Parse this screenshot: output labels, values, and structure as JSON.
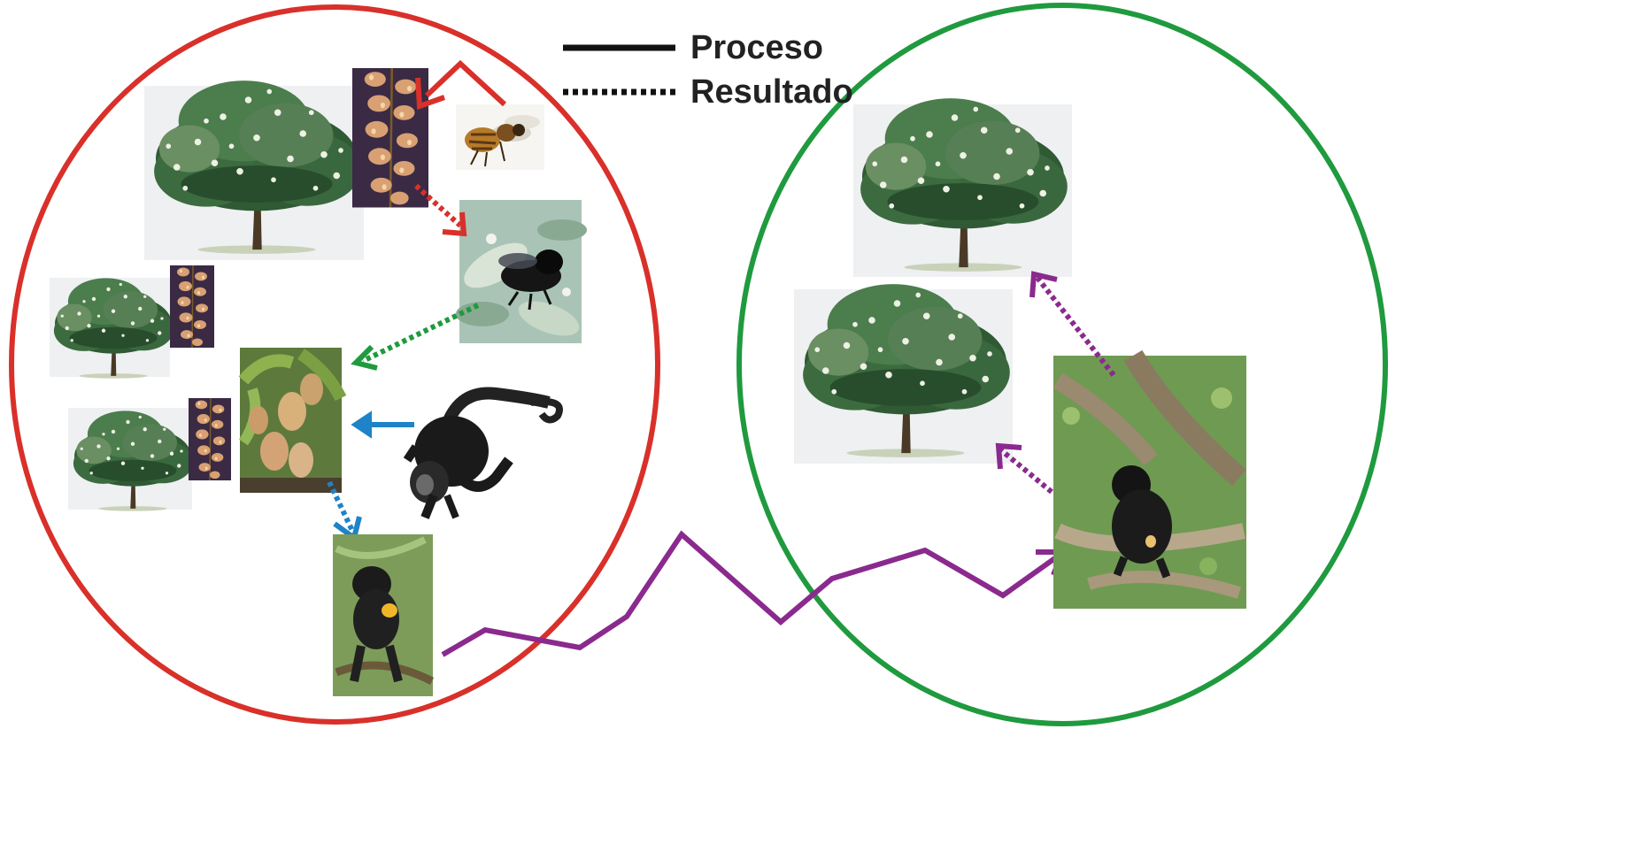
{
  "legend": {
    "process_label": "Proceso",
    "result_label": "Resultado"
  },
  "colors": {
    "left_circle": "#d9302a",
    "right_circle": "#1f9a3e",
    "pollination_arrow": "#d9302a",
    "fruit_set_arrow": "#1f9a3e",
    "consumption_arrow": "#1e83c8",
    "dispersal_arrow": "#8a2a8e",
    "legend_line": "#111111"
  },
  "icons": {
    "large_tree": "mango-tree-image",
    "flower_panicle": "mango-flower-panicle-image",
    "honey_bee": "honey-bee-image",
    "carpenter_bee": "black-bee-on-flower-image",
    "mango_fruits": "mango-fruits-image",
    "howler_monkey_drawing": "howler-monkey-illustration",
    "monkey_eating": "monkey-eating-fruit-photo",
    "monkey_in_tree": "howler-monkey-in-tree-photo"
  }
}
